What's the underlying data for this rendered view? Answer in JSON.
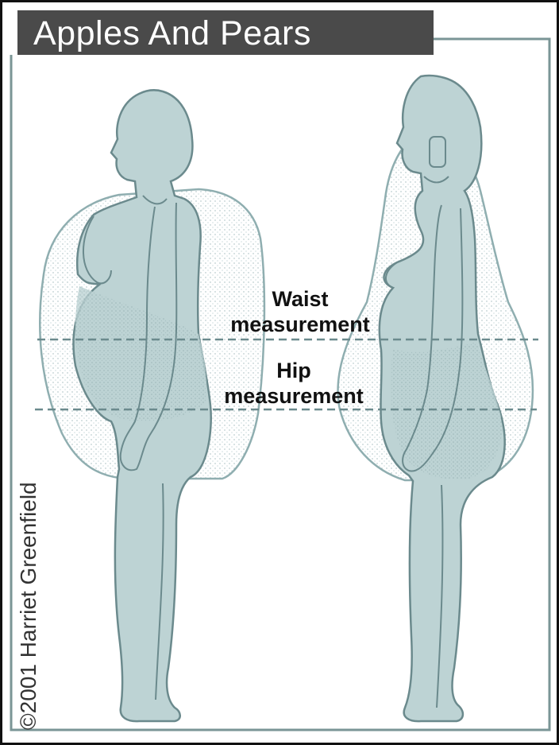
{
  "title": "Apples And Pears",
  "labels": {
    "waist_line1": "Waist",
    "waist_line2": "measurement",
    "hip_line1": "Hip",
    "hip_line2": "measurement"
  },
  "credit": "©2001 Harriet Greenfield",
  "colors": {
    "body_fill": "#bdd3d4",
    "body_stroke": "#6b8a8d",
    "halo_stroke": "#8faeb0",
    "frame_stroke": "#7a9596",
    "title_bg": "#4a4a4a",
    "dashed_line": "#6b8a8d"
  },
  "figures": [
    "apple-shaped-figure",
    "pear-shaped-figure"
  ]
}
